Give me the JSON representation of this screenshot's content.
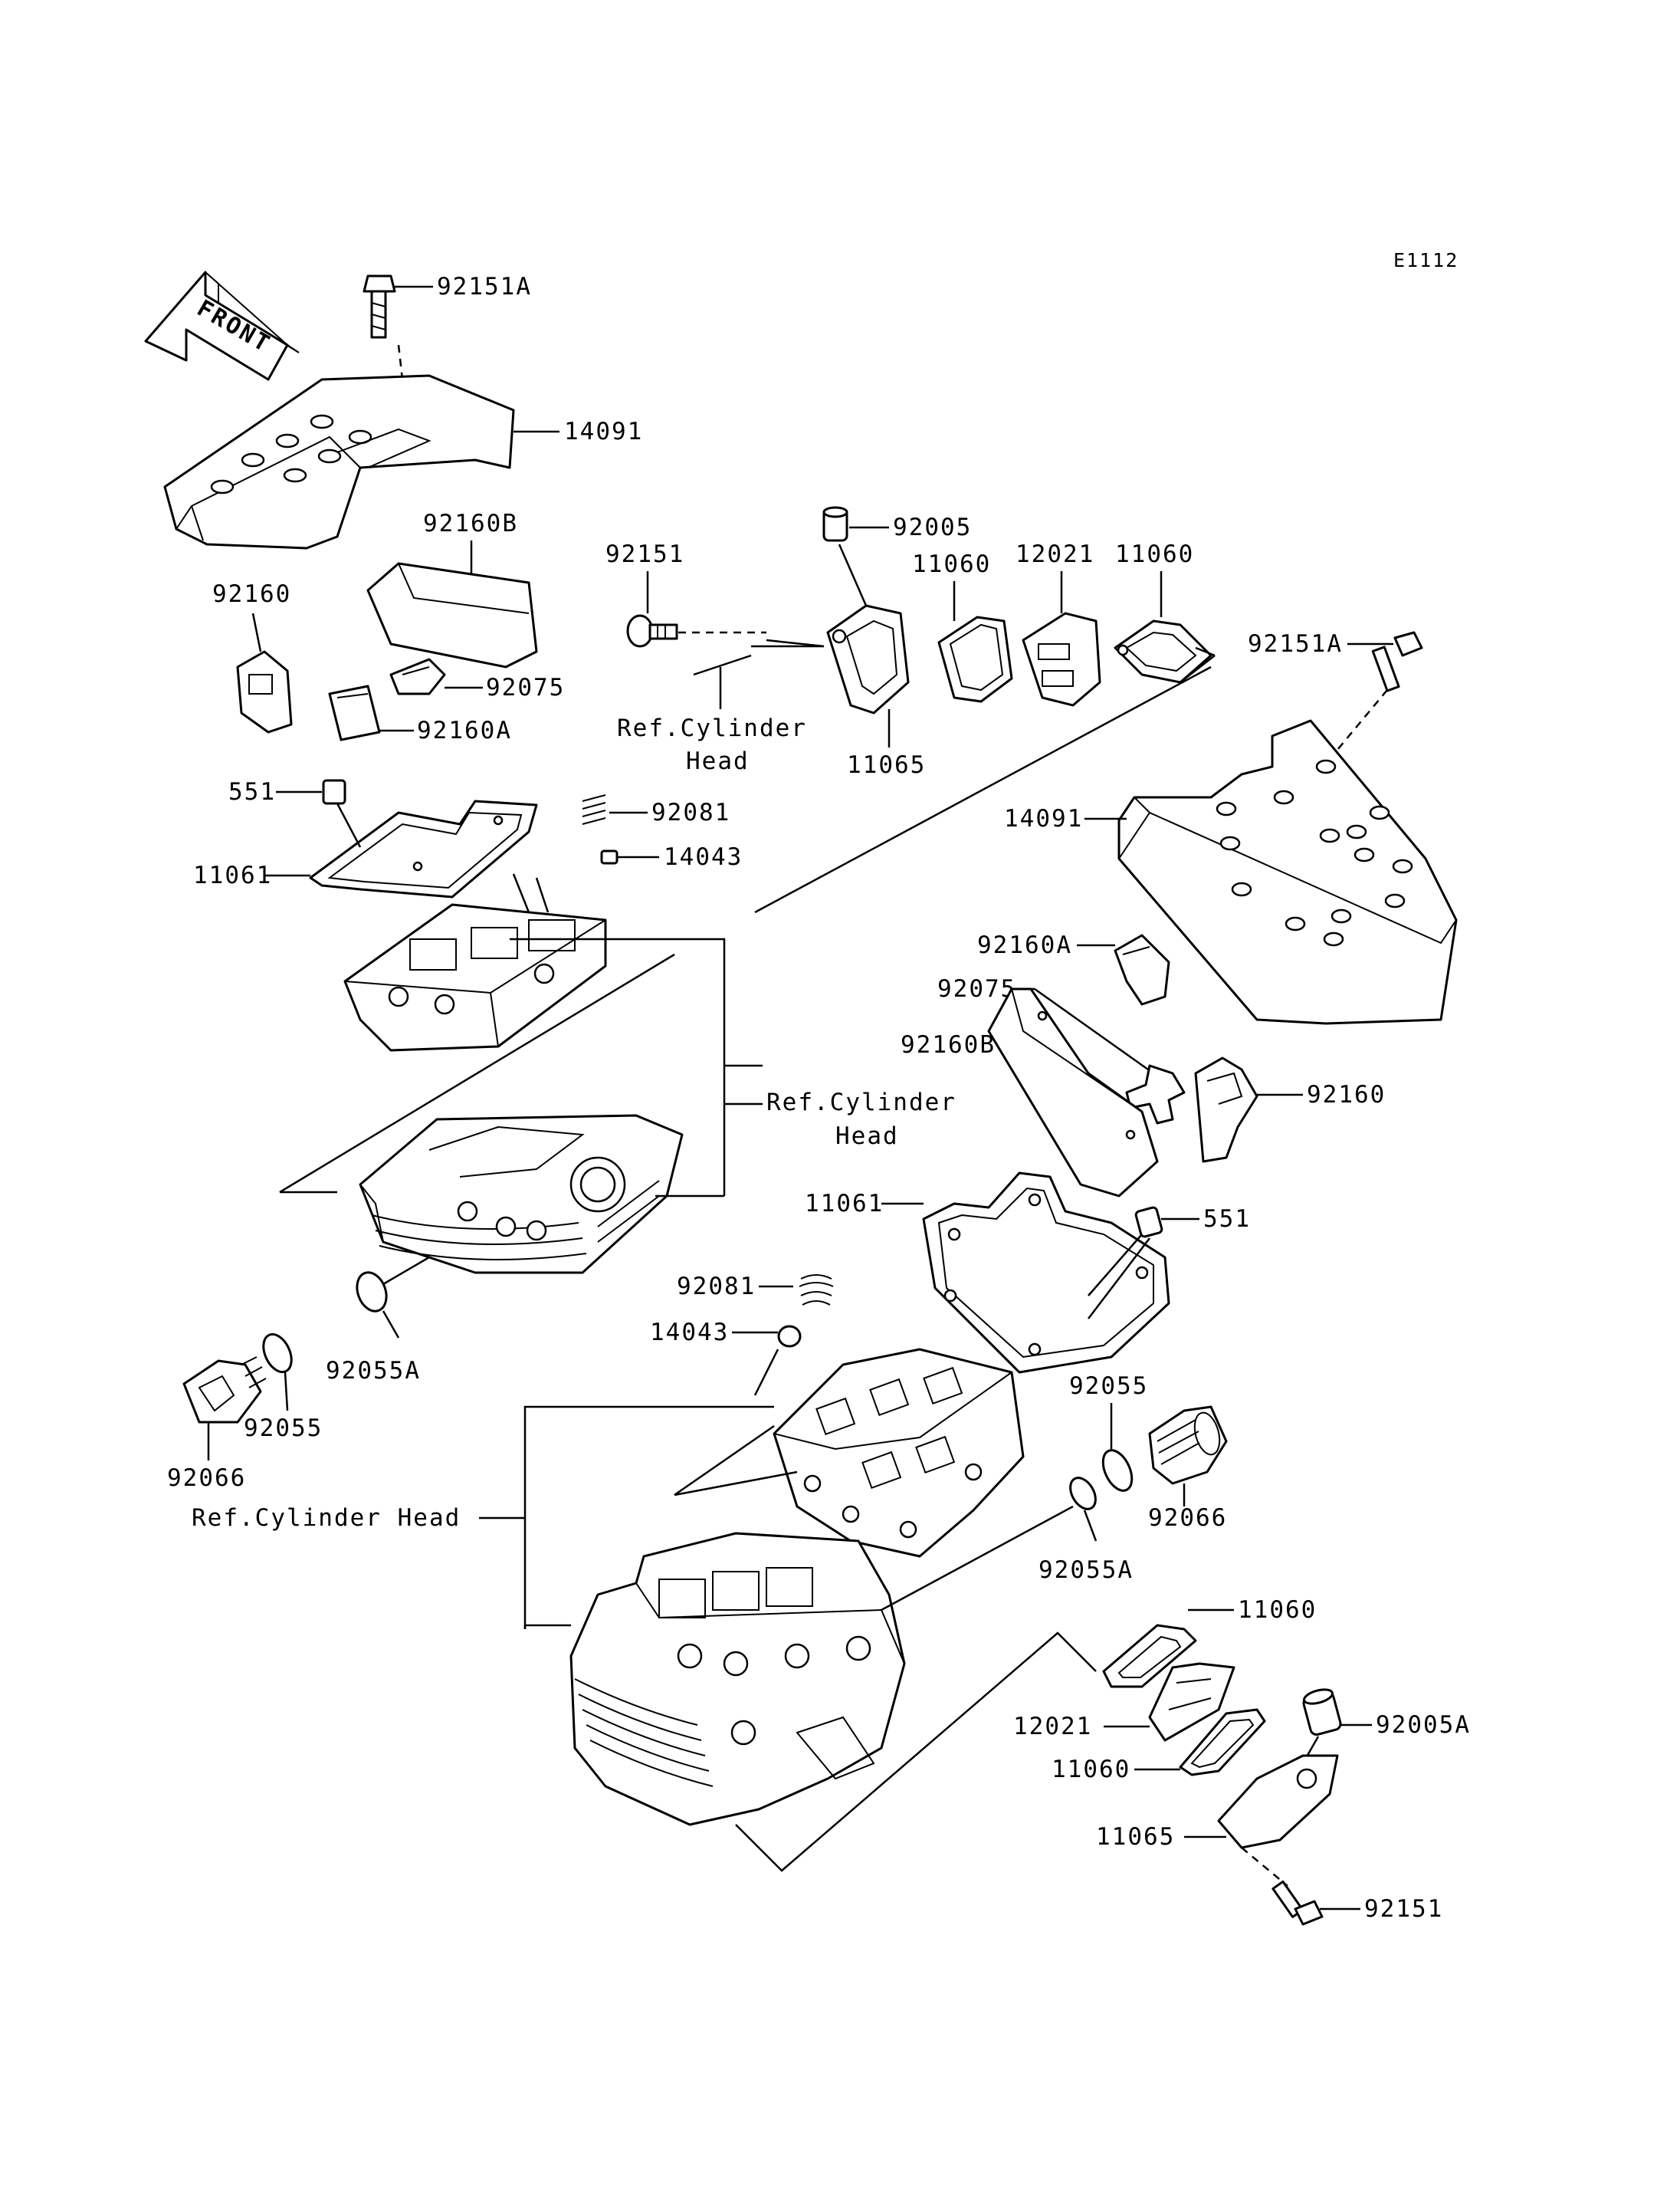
{
  "diagram_code": "E1112",
  "front_label": "FRONT",
  "labels": {
    "p92151A_top": "92151A",
    "p14091_top": "14091",
    "p92160B_top": "92160B",
    "p92160_top": "92160",
    "p92075_top": "92075",
    "p92160A_top": "92160A",
    "p551_top": "551",
    "p92081_top": "92081",
    "p14043_top": "14043",
    "p11061_top": "11061",
    "p92151_top": "92151",
    "ref_head_1a": "Ref.Cylinder",
    "ref_head_1b": "Head",
    "p92005_top": "92005",
    "p11060_top_a": "11060",
    "p12021_top": "12021",
    "p11060_top_b": "11060",
    "p11065_top": "11065",
    "p92151A_right": "92151A",
    "p14091_right": "14091",
    "ref_head_2a": "Ref.Cylinder",
    "ref_head_2b": "Head",
    "p92160A_right": "92160A",
    "p92075_right": "92075",
    "p92160B_right": "92160B",
    "p92160_right": "92160",
    "p11061_right": "11061",
    "p551_right": "551",
    "p92081_mid": "92081",
    "p14043_mid": "14043",
    "p92055A_left": "92055A",
    "p92055_left": "92055",
    "p92066_left": "92066",
    "ref_head_3": "Ref.Cylinder Head",
    "p92055_right": "92055",
    "p92066_right": "92066",
    "p92055A_right": "92055A",
    "p11060_bot_a": "11060",
    "p12021_bot": "12021",
    "p11060_bot_b": "11060",
    "p92005A_bot": "92005A",
    "p11065_bot": "11065",
    "p92151_bot": "92151"
  }
}
